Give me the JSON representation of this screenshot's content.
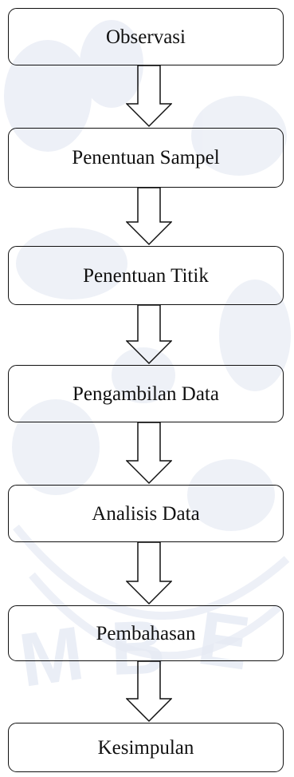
{
  "flowchart": {
    "steps": [
      {
        "label": "Observasi"
      },
      {
        "label": "Penentuan Sampel"
      },
      {
        "label": "Penentuan Titik"
      },
      {
        "label": "Pengambilan Data"
      },
      {
        "label": "Analisis Data"
      },
      {
        "label": "Pembahasan"
      },
      {
        "label": "Kesimpulan"
      }
    ]
  },
  "colors": {
    "stroke": "#111111",
    "watermark": "#ebeef6",
    "background": "#ffffff"
  },
  "icons": {
    "connector": "hollow-down-arrow-icon",
    "watermark": "university-seal-watermark"
  }
}
